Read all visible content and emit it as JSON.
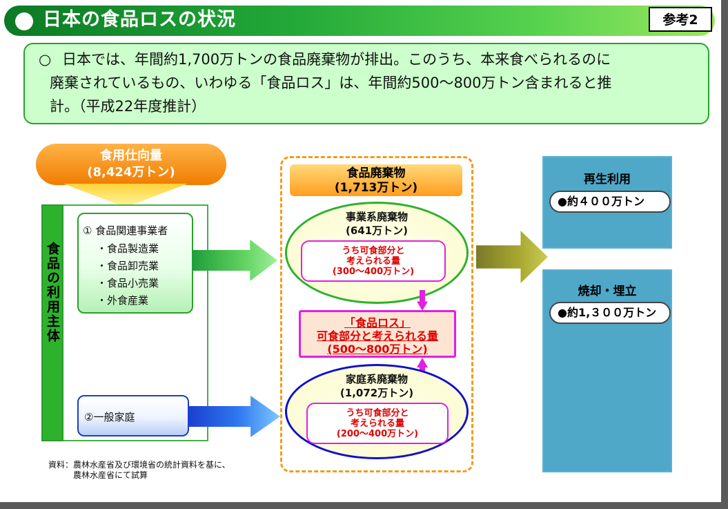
{
  "header": {
    "title": "日本の食品ロスの状況",
    "reference_label": "参考2"
  },
  "summary": {
    "marker": "○",
    "line1": "日本では、年間約1,700万トンの食品廃棄物が排出。このうち、本来食べられるのに",
    "line2": "廃棄されているもの、いわゆる「食品ロス」は、年間約500～800万トン含まれると推",
    "line3": "計。（平成22年度推計）"
  },
  "supply": {
    "title": "食用仕向量",
    "amount": "(8,424万トン)"
  },
  "users": {
    "side_label": "食品の利用主体",
    "business": {
      "title": "① 食品関連事業者",
      "items": [
        "・食品製造業",
        "・食品卸売業",
        "・食品小売業",
        "・外食産業"
      ]
    },
    "household": "②一般家庭"
  },
  "waste": {
    "title": "食品廃棄物",
    "amount": "(1,713万トン)",
    "business": {
      "title": "事業系廃棄物",
      "amount": "(641万トン)",
      "edible_line1": "うち可食部分と",
      "edible_line2": "考えられる量",
      "edible_amount": "(300～400万トン)"
    },
    "loss": {
      "line1": "「食品ロス」",
      "line2": "可食部分と考えられる量",
      "line3": "(500～800万トン)"
    },
    "household": {
      "title": "家庭系廃棄物",
      "amount": "(1,072万トン)",
      "edible_line1": "うち可食部分と",
      "edible_line2": "考えられる量",
      "edible_amount": "(200～400万トン)"
    }
  },
  "disposal": {
    "recycle": {
      "title": "再生利用",
      "amount": "●約４００万トン"
    },
    "incinerate": {
      "title": "焼却・埋立",
      "amount": "●約1,３００万トン"
    }
  },
  "source": {
    "line1": "資料：農林水産省及び環境省の統計資料を基に、",
    "line2": "　　　農林水産省にて試算"
  },
  "colors": {
    "title_bar": "#22a838",
    "summary_bg": "#ccffcc",
    "supply": "#f07c00",
    "loss_border": "#e020e0",
    "loss_text": "#e00000",
    "waste_frame": "#f49a1a",
    "panel": "#4fa8c8"
  }
}
